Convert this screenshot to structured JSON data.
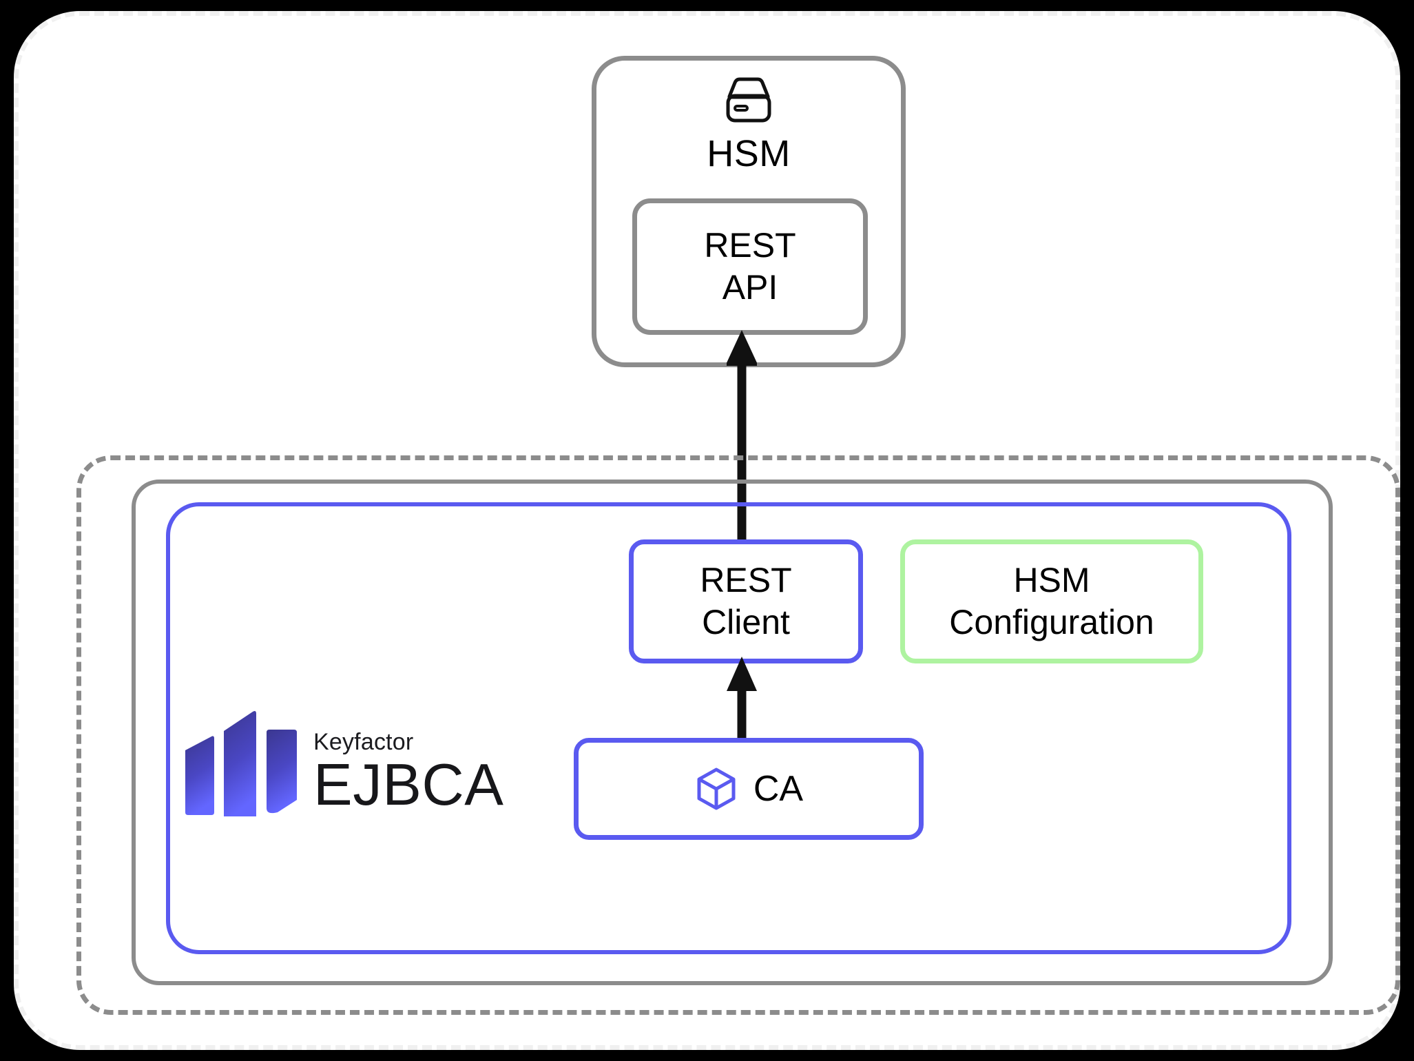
{
  "diagram": {
    "title": "EJBCA HSM REST integration architecture",
    "colors": {
      "background": "#000000",
      "canvas": "#ffffff",
      "grey_border": "#8c8c8c",
      "blue_border": "#5a5af0",
      "green_border": "#aef3a0",
      "arrow": "#000000",
      "logo_gradient_top": "#3b3790",
      "logo_gradient_bottom": "#6366ff",
      "text": "#000000"
    }
  },
  "hsm": {
    "icon": "hard-drive-icon",
    "label": "HSM",
    "rest_api": {
      "line1": "REST",
      "line2": "API"
    }
  },
  "ejbca_platform": {
    "logo": {
      "mark": "keyfactor-bars-logo",
      "brand": "Keyfactor",
      "product": "EJBCA"
    },
    "rest_client": {
      "line1": "REST",
      "line2": "Client"
    },
    "hsm_configuration": {
      "line1": "HSM",
      "line2": "Configuration"
    },
    "ca": {
      "icon": "cube-icon",
      "label": "CA"
    }
  },
  "arrows": [
    {
      "name": "ca-to-rest-client",
      "from": "CA",
      "to": "REST Client",
      "direction": "up"
    },
    {
      "name": "rest-client-to-rest-api",
      "from": "REST Client",
      "to": "REST API",
      "direction": "up"
    }
  ]
}
